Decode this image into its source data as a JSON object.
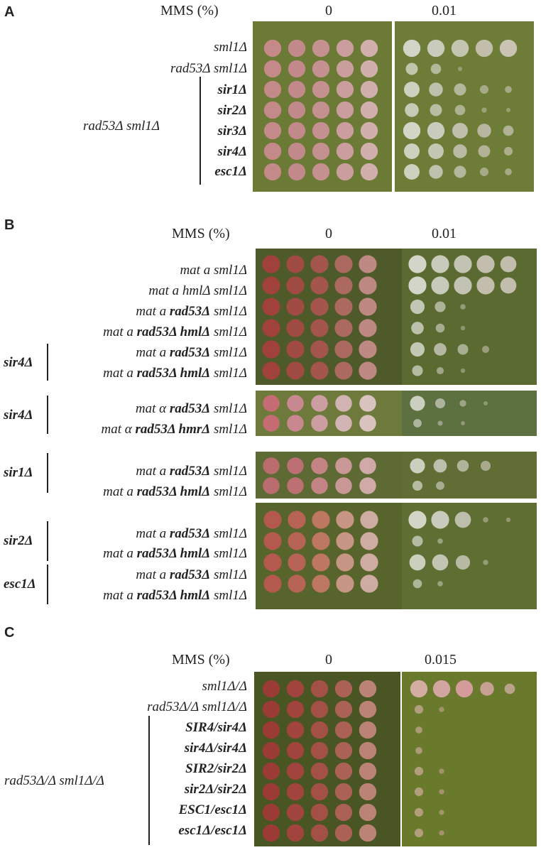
{
  "panels": {
    "A": {
      "letter": "A",
      "mms_label": "MMS (%)",
      "conc": [
        "0",
        "0.01"
      ],
      "rows": [
        {
          "label": "sml1Δ"
        },
        {
          "label": "rad53Δ sml1Δ"
        },
        {
          "label": "sir1Δ"
        },
        {
          "label": "sir2Δ"
        },
        {
          "label": "sir3Δ"
        },
        {
          "label": "sir4Δ"
        },
        {
          "label": "esc1Δ"
        }
      ],
      "group_label": "rad53Δ sml1Δ"
    },
    "B": {
      "letter": "B",
      "mms_label": "MMS (%)",
      "conc": [
        "0",
        "0.01"
      ],
      "rows": [
        {
          "pre": "mat a ",
          "bold": "",
          "post": "sml1Δ"
        },
        {
          "pre": "mat a hmlΔ ",
          "bold": "",
          "post": "sml1Δ"
        },
        {
          "pre": "mat a ",
          "bold": "rad53Δ",
          "post": " sml1Δ"
        },
        {
          "pre": "mat a ",
          "bold": "rad53Δ hmlΔ",
          "post": " sml1Δ"
        },
        {
          "pre": "mat a ",
          "bold": "rad53Δ",
          "post": " sml1Δ"
        },
        {
          "pre": "mat a ",
          "bold": "rad53Δ hmlΔ",
          "post": " sml1Δ"
        },
        {
          "pre": "mat α ",
          "bold": "rad53Δ",
          "post": " sml1Δ"
        },
        {
          "pre": "mat α ",
          "bold": "rad53Δ hmrΔ",
          "post": " sml1Δ"
        },
        {
          "pre": "mat a ",
          "bold": "rad53Δ",
          "post": " sml1Δ"
        },
        {
          "pre": "mat a ",
          "bold": "rad53Δ hmlΔ",
          "post": " sml1Δ"
        },
        {
          "pre": "mat a ",
          "bold": "rad53Δ",
          "post": " sml1Δ"
        },
        {
          "pre": "mat a ",
          "bold": "rad53Δ hmlΔ",
          "post": " sml1Δ"
        },
        {
          "pre": "mat a ",
          "bold": "rad53Δ",
          "post": " sml1Δ"
        },
        {
          "pre": "mat a ",
          "bold": "rad53Δ hmlΔ",
          "post": " sml1Δ"
        }
      ],
      "groups": [
        "sir4Δ",
        "sir4Δ",
        "sir1Δ",
        "sir2Δ",
        "esc1Δ"
      ]
    },
    "C": {
      "letter": "C",
      "mms_label": "MMS (%)",
      "conc": [
        "0",
        "0.015"
      ],
      "rows": [
        {
          "label": "sml1Δ/Δ"
        },
        {
          "label": "rad53Δ/Δ sml1Δ/Δ"
        },
        {
          "label": "SIR4/sir4Δ"
        },
        {
          "label": "sir4Δ/sir4Δ"
        },
        {
          "label": "SIR2/sir2Δ"
        },
        {
          "label": "sir2Δ/sir2Δ"
        },
        {
          "label": "ESC1/esc1Δ"
        },
        {
          "label": "esc1Δ/esc1Δ"
        }
      ],
      "group_label": "rad53Δ/Δ sml1Δ/Δ"
    }
  }
}
